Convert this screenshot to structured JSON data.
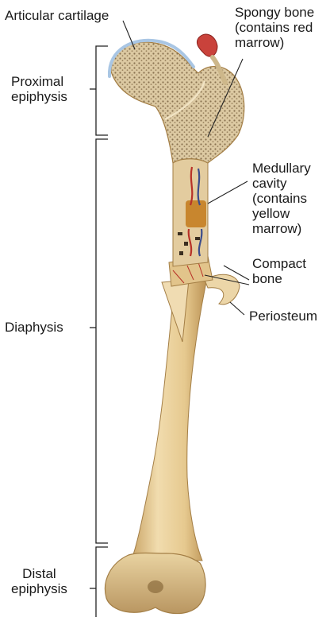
{
  "diagram": {
    "labels": {
      "articular_cartilage": "Articular cartilage",
      "spongy_bone": "Spongy bone\n(contains red\nmarrow)",
      "proximal_epiphysis": "Proximal\nepiphysis",
      "medullary_cavity": "Medullary\ncavity\n(contains\nyellow\nmarrow)",
      "compact_bone": "Compact\nbone",
      "periosteum": "Periosteum",
      "diaphysis": "Diaphysis",
      "distal_epiphysis": "Distal\nepiphysis"
    },
    "colors": {
      "bone": "#e8cf9a",
      "bone_shadow": "#c9a566",
      "spongy": "#d9c7a0",
      "cartilage": "#a9c6e4",
      "marrow": "#c8862e",
      "vessel_red": "#b83228",
      "vessel_blue": "#3b4c8c",
      "bracket": "#222222"
    }
  }
}
